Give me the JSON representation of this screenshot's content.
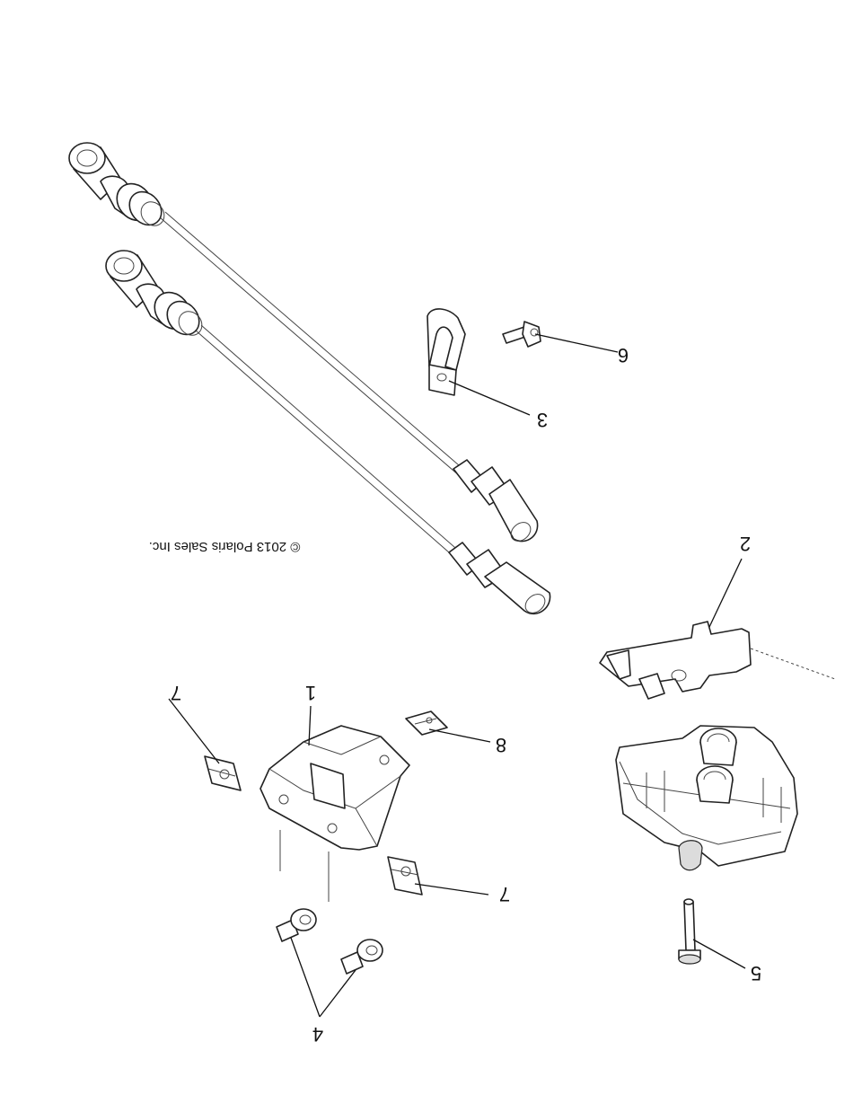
{
  "diagram": {
    "copyright": "© 2013 Polaris Sales Inc.",
    "callouts": {
      "c1": "1",
      "c2": "2",
      "c3": "3",
      "c4": "4",
      "c5": "5",
      "c6": "6",
      "c7a": "7",
      "c7b": "7",
      "c8": "8"
    }
  }
}
